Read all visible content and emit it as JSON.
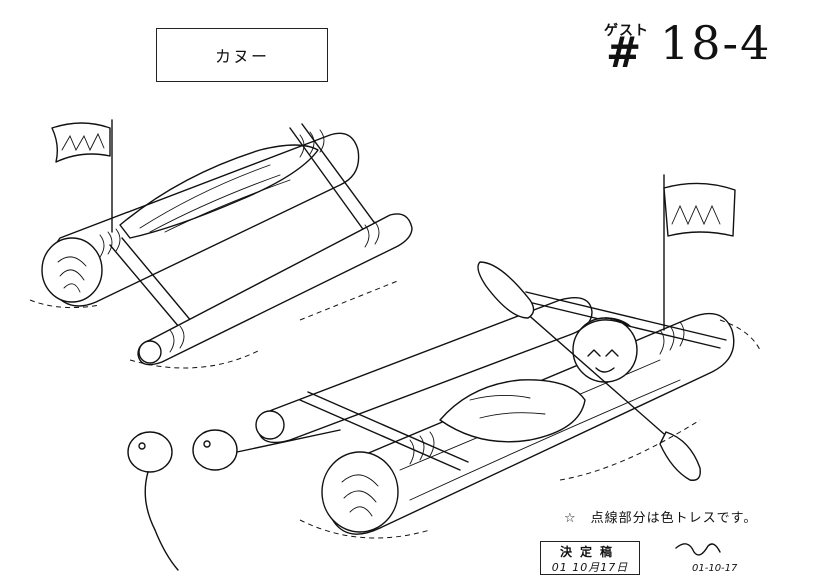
{
  "sheet": {
    "title": "カヌー",
    "guest_label": "ゲスト",
    "hash_mark": "#",
    "episode": "18-4",
    "note": "☆　点線部分は色トレスです。",
    "stamp_title": "決定稿",
    "stamp_date": "01 10月17日",
    "signature_date": "01-10-17"
  }
}
